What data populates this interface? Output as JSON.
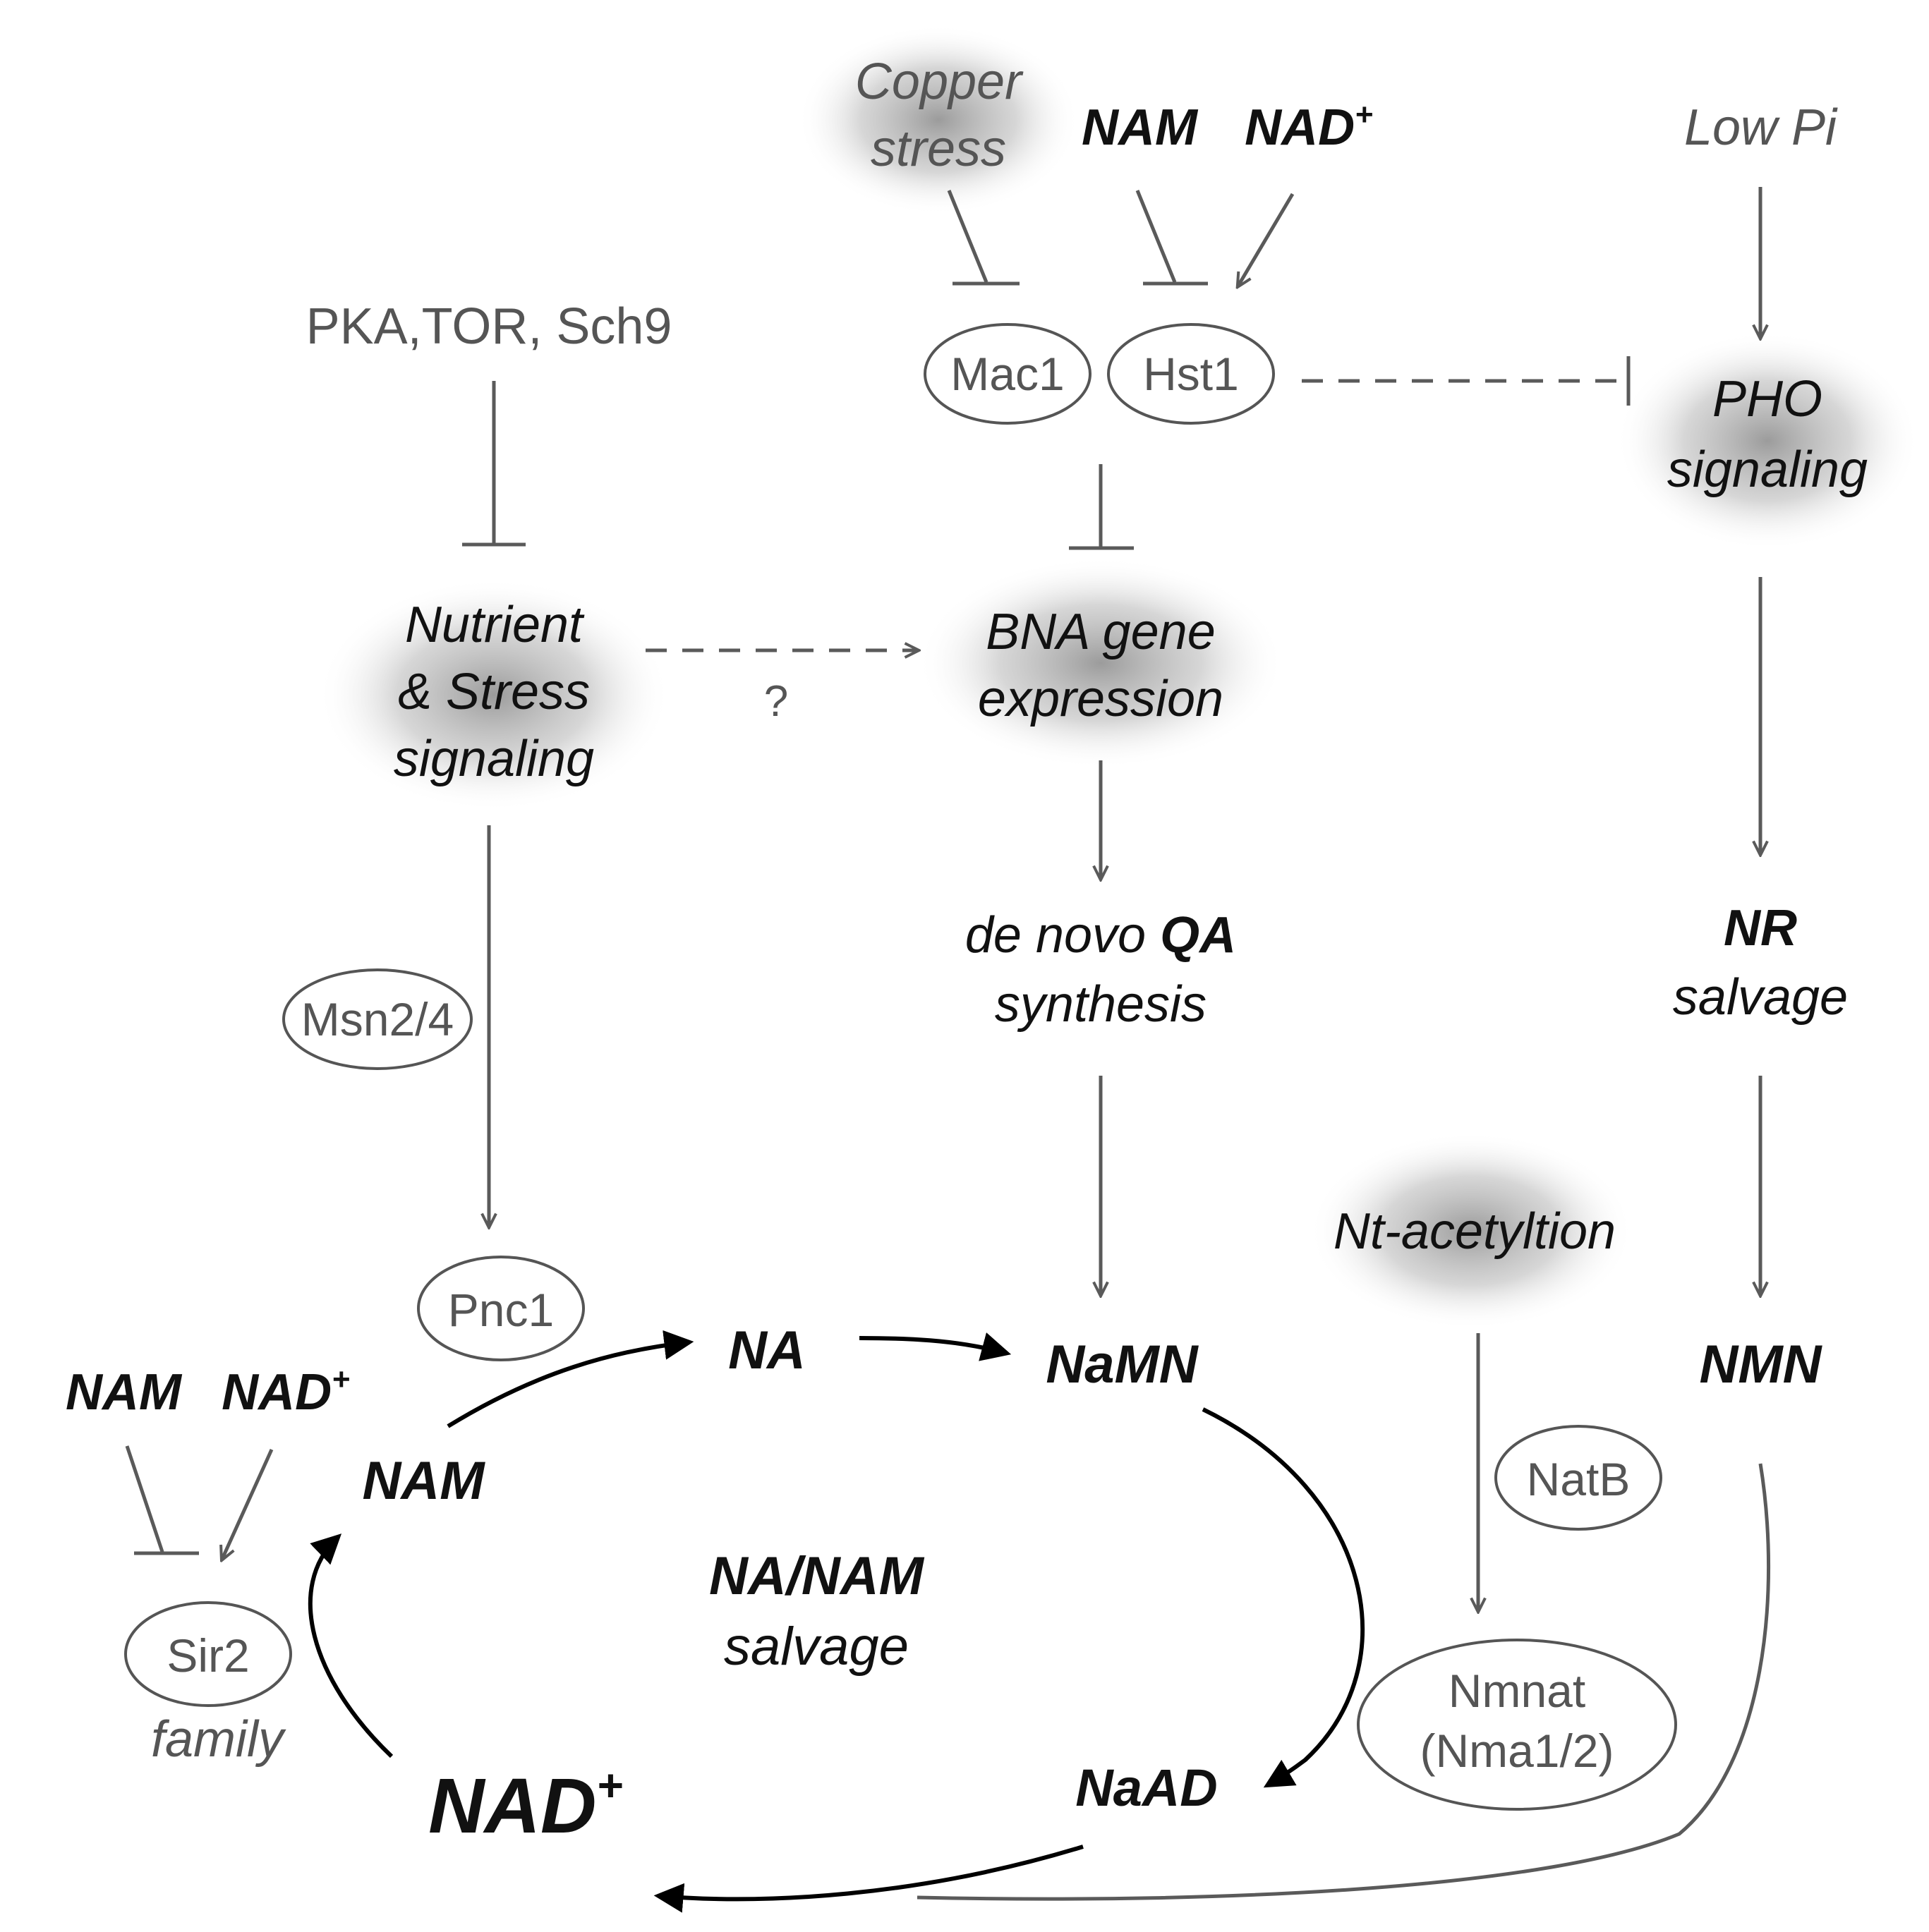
{
  "nodes": {
    "copper_stress_1": "Copper",
    "copper_stress_2": "stress",
    "nam_top": "NAM",
    "nad_top": "NAD",
    "nad_top_sup": "+",
    "low_pi": "Low Pi",
    "pka_tor_sch9": "PKA,TOR, Sch9",
    "mac1": "Mac1",
    "hst1": "Hst1",
    "pho_1": "PHO",
    "pho_2": "signaling",
    "nutrient_1": "Nutrient",
    "nutrient_2": "& Stress",
    "nutrient_3": "signaling",
    "question": "?",
    "bna_1": "BNA gene",
    "bna_2": "expression",
    "denovo_1a": "de novo ",
    "denovo_1b": "QA",
    "denovo_2": "synthesis",
    "nr_1": "NR",
    "nr_2": "salvage",
    "msn": "Msn2/4",
    "nt_acetylation": "Nt-acetyltion",
    "pnc1": "Pnc1",
    "na": "NA",
    "namn": "NaMN",
    "nmn": "NMN",
    "nam_left": "NAM",
    "nad_left": "NAD",
    "nad_left_sup": "+",
    "nam_cycle": "NAM",
    "natb": "NatB",
    "salvage_1": "NA/NAM",
    "salvage_2": "salvage",
    "sir2": "Sir2",
    "family": "family",
    "nmnat_1": "Nmnat",
    "nmnat_2": "(Nma1/2)",
    "naad": "NaAD",
    "nad_main": "NAD",
    "nad_main_sup": "+"
  }
}
